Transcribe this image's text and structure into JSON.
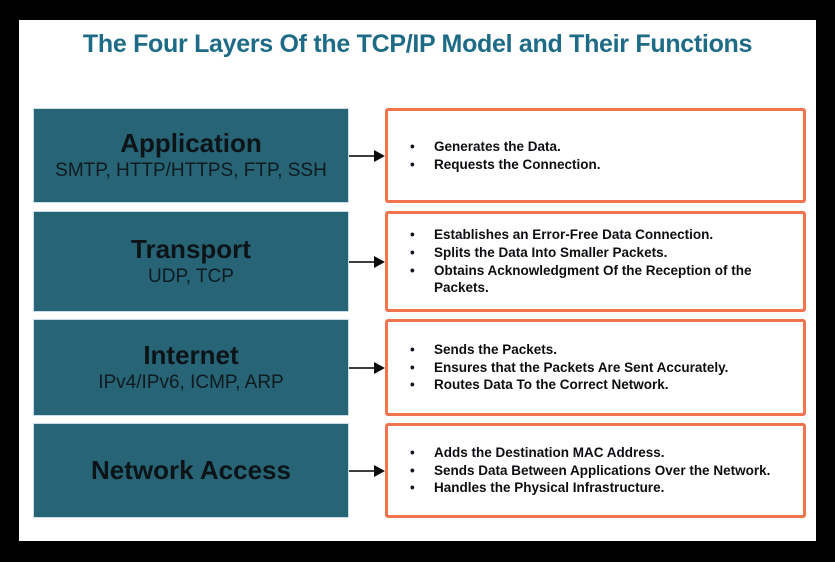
{
  "title": "The Four Layers Of the TCP/IP Model and Their Functions",
  "colors": {
    "frame": "#000000",
    "title_teal": "#1d6b86",
    "box_teal": "#266476",
    "orange_border": "#f1744e",
    "arrow_gray": "#3d3d3d"
  },
  "bullet_glyph": "•",
  "layers": [
    {
      "name": "Application",
      "protocols": "SMTP, HTTP/HTTPS, FTP, SSH",
      "functions": [
        "Generates the Data.",
        "Requests the Connection."
      ]
    },
    {
      "name": "Transport",
      "protocols": "UDP, TCP",
      "functions": [
        "Establishes an Error-Free Data Connection.",
        "Splits the Data Into Smaller Packets.",
        "Obtains Acknowledgment Of the Reception of the Packets."
      ]
    },
    {
      "name": "Internet",
      "protocols": "IPv4/IPv6, ICMP, ARP",
      "functions": [
        "Sends the Packets.",
        "Ensures that the Packets Are Sent Accurately.",
        "Routes Data To the Correct Network."
      ]
    },
    {
      "name": "Network Access",
      "protocols": "",
      "functions": [
        "Adds the Destination MAC Address.",
        "Sends Data Between Applications Over the Network.",
        "Handles the Physical Infrastructure."
      ]
    }
  ]
}
